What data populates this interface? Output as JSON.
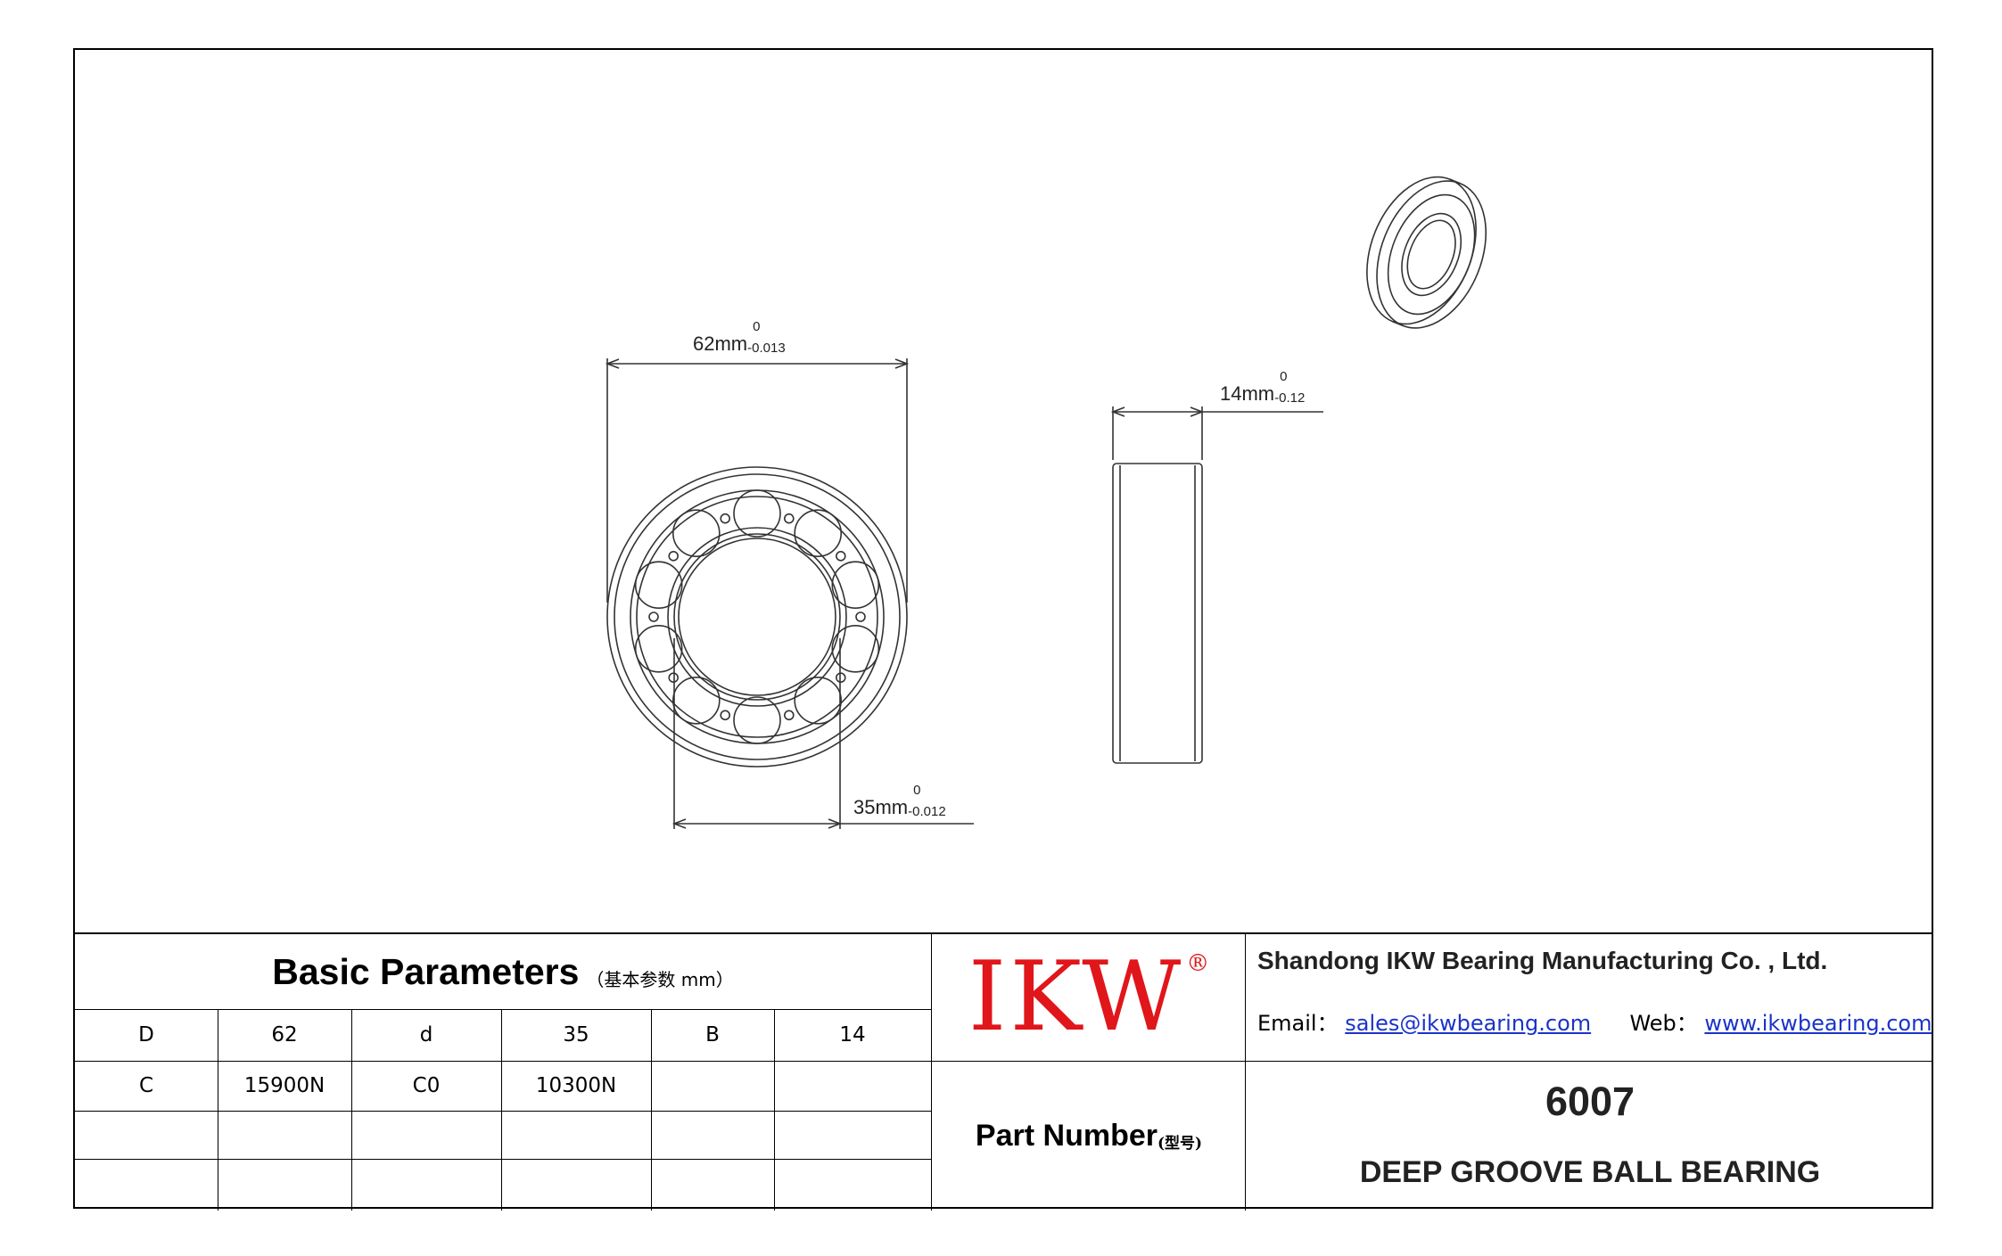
{
  "drawing": {
    "outer_dim_label": "62mm",
    "outer_dim_tol_upper": "0",
    "outer_dim_tol_lower": "-0.013",
    "bore_dim_label": "35mm",
    "bore_dim_tol_upper": "0",
    "bore_dim_tol_lower": "-0.012",
    "width_dim_label": "14mm",
    "width_dim_tol_upper": "0",
    "width_dim_tol_lower": "-0.12"
  },
  "basic_parameters": {
    "title": "Basic Parameters",
    "subtitle": "（基本参数 mm）",
    "rows": [
      [
        "D",
        "62",
        "d",
        "35",
        "B",
        "14"
      ],
      [
        "C",
        "15900N",
        "C0",
        "10300N",
        "",
        ""
      ],
      [
        "",
        "",
        "",
        "",
        "",
        ""
      ],
      [
        "",
        "",
        "",
        "",
        "",
        ""
      ]
    ]
  },
  "logo": {
    "text": "IKW",
    "registered": "®",
    "color": "#e0161b"
  },
  "company": {
    "name": "Shandong IKW Bearing Manufacturing Co. , Ltd.",
    "email_label": "Email：",
    "email": "sales@ikwbearing.com",
    "web_label": "Web：",
    "web": "www.ikwbearing.com",
    "link_color": "#1a33c9"
  },
  "part": {
    "label": "Part Number",
    "label_sub": "(型号)",
    "number": "6007",
    "description": "DEEP GROOVE BALL BEARING"
  }
}
